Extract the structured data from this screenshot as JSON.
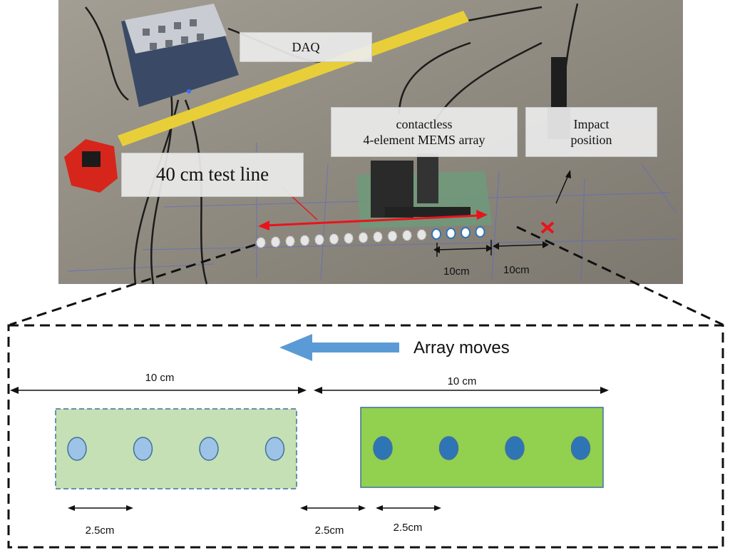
{
  "photo_labels": {
    "daq": "DAQ",
    "mems_array_line1": "contactless",
    "mems_array_line2": "4-element MEMS array",
    "impact_line1": "Impact",
    "impact_line2": "position",
    "test_line": "40 cm test line",
    "spacing_left": "10cm",
    "spacing_right": "10cm"
  },
  "diagram": {
    "direction_label": "Array moves",
    "span_left_label": "10 cm",
    "span_right_label": "10 cm",
    "pitch_left_label": "2.5cm",
    "gap_label": "2.5cm",
    "pitch_right_label": "2.5cm",
    "sensors_per_array": 4
  },
  "colors": {
    "photo_floor": "#8f8a80",
    "test_line_arrow": "#e8141c",
    "impact_marker": "#e8141c",
    "direction_arrow": "#5b9bd5",
    "array_previous_fill": "#c5e0b4",
    "array_current_fill": "#92d050",
    "sensor_previous": "#9dc3e6",
    "sensor_current": "#2e75b6",
    "array_border": "#41719c"
  }
}
